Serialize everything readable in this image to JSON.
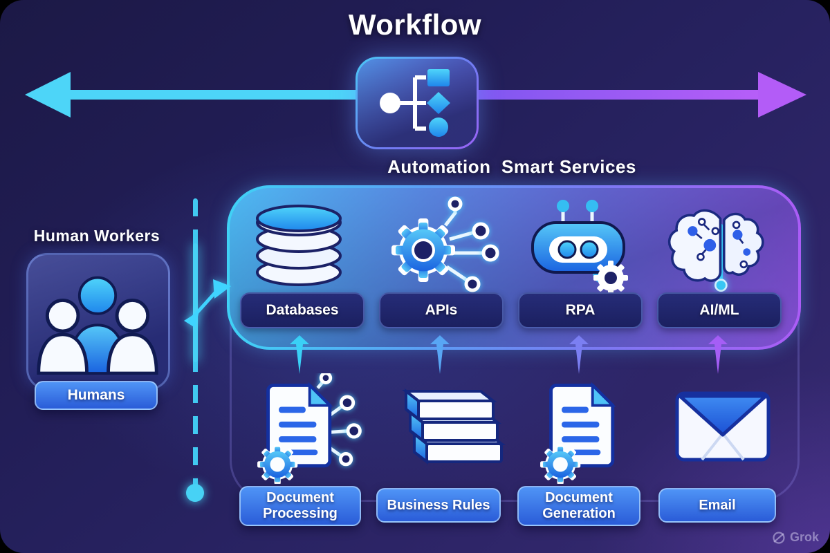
{
  "title": "Workflow",
  "watermark": "Grok",
  "hub": {
    "icon": "flowchart-icon"
  },
  "arrows": {
    "left_color": "#4dd5f8",
    "right_color": "#ad5bf7"
  },
  "human_section": {
    "heading": "Human Workers",
    "icon": "people-group-icon",
    "button_label": "Humans"
  },
  "services_section": {
    "heading": "Automation  Smart Services",
    "services": [
      {
        "label": "Databases",
        "icon": "database-icon",
        "drip_color": "#3ad0f6"
      },
      {
        "label": "APIs",
        "icon": "gear-circuit-icon",
        "drip_color": "#58a6f4"
      },
      {
        "label": "RPA",
        "icon": "robot-icon",
        "drip_color": "#7b7ff2"
      },
      {
        "label": "AI/ML",
        "icon": "brain-circuit-icon",
        "drip_color": "#a55ef6"
      }
    ]
  },
  "tools": [
    {
      "label": "Document Processing",
      "icon": "document-gear-circuit-icon"
    },
    {
      "label": "Business Rules",
      "icon": "books-stack-icon"
    },
    {
      "label": "Document Generation",
      "icon": "document-gear-icon"
    },
    {
      "label": "Email",
      "icon": "envelope-icon"
    }
  ],
  "colors": {
    "background": "#221d55",
    "accent_cyan": "#4dd5f8",
    "accent_purple": "#ad5bf7",
    "icon_blue": "#2f8ef0",
    "pill_navy": "#1d2166",
    "pill_blue": "#3b82f6"
  }
}
